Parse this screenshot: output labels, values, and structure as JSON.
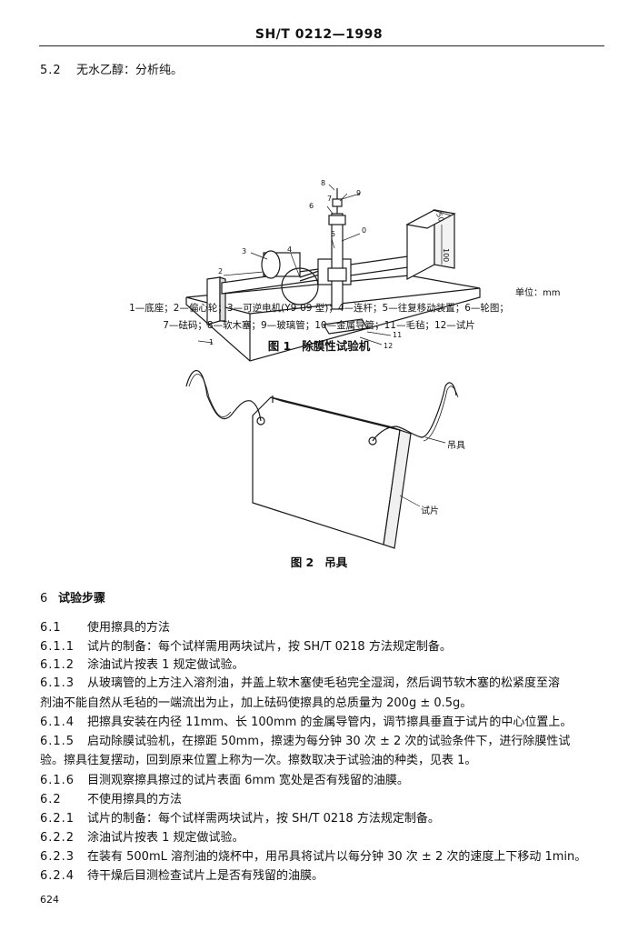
{
  "header": {
    "standard_code": "SH/T 0212—1998"
  },
  "section_5_2": {
    "number": "5.2",
    "text": "无水乙醇：分析纯。"
  },
  "figure1": {
    "labels": {
      "l1": "1",
      "l2": "2",
      "l3": "3",
      "l4": "4",
      "l5": "5",
      "l6": "6",
      "l7": "7",
      "l8": "8",
      "l9": "9",
      "l0": "0",
      "l11": "11",
      "l12": "12",
      "d50": "50",
      "d100": "100"
    },
    "unit": "单位：mm",
    "legend_line1": "1—底座；2—偏心轮；3—可逆电机(Y9-09 型)；4—连杆；5—往复移动装置；6—轮图；",
    "legend_line2": "7—砝码；8—软木塞；9—玻璃管；10—金属导管；11—毛毡；12—试片",
    "caption_number": "图 1",
    "caption_title": "除膜性试验机"
  },
  "figure2": {
    "label_hanger": "吊具",
    "label_specimen": "试片",
    "caption_number": "图 2",
    "caption_title": "吊具"
  },
  "section6": {
    "heading_number": "6",
    "heading_title": "试验步骤",
    "items": [
      {
        "number": "6.1",
        "text": "使用擦具的方法"
      },
      {
        "number": "6.1.1",
        "text": "试片的制备：每个试样需用两块试片，按 SH/T 0218 方法规定制备。"
      },
      {
        "number": "6.1.2",
        "text": "涂油试片按表 1 规定做试验。"
      },
      {
        "number": "6.1.3",
        "text": "从玻璃管的上方注入溶剂油，并盖上软木塞使毛毡完全湿润，然后调节软木塞的松紧度至溶"
      },
      {
        "number": "",
        "text": "剂油不能自然从毛毡的一端流出为止，加上砝码使擦具的总质量为 200g ± 0.5g。"
      },
      {
        "number": "6.1.4",
        "text": "把擦具安装在内径 11mm、长 100mm 的金属导管内，调节擦具垂直于试片的中心位置上。"
      },
      {
        "number": "6.1.5",
        "text": "启动除膜试验机，在擦距 50mm，擦速为每分钟 30 次 ± 2 次的试验条件下，进行除膜性试"
      },
      {
        "number": "",
        "text": "验。擦具往复摆动，回到原来位置上称为一次。擦数取决于试验油的种类，见表 1。"
      },
      {
        "number": "6.1.6",
        "text": "目测观察擦具擦过的试片表面 6mm 宽处是否有残留的油膜。"
      },
      {
        "number": "6.2",
        "text": "不使用擦具的方法"
      },
      {
        "number": "6.2.1",
        "text": "试片的制备：每个试样需两块试片，按 SH/T 0218 方法规定制备。"
      },
      {
        "number": "6.2.2",
        "text": "涂油试片按表 1 规定做试验。"
      },
      {
        "number": "6.2.3",
        "text": "在装有 500mL 溶剂油的烧杯中，用吊具将试片以每分钟 30 次 ± 2 次的速度上下移动 1min。"
      },
      {
        "number": "6.2.4",
        "text": "待干燥后目测检查试片上是否有残留的油膜。"
      }
    ]
  },
  "page_number": "624"
}
